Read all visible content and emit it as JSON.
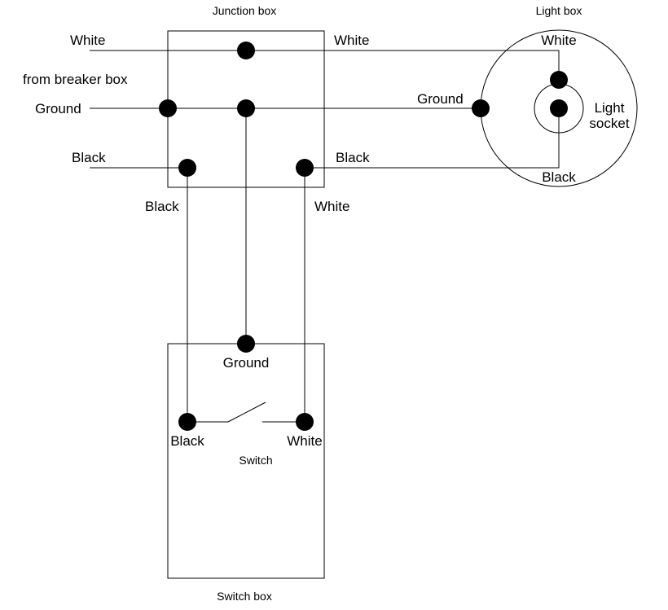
{
  "titles": {
    "junction_box": "Junction box",
    "light_box": "Light box",
    "switch_box": "Switch box",
    "switch": "Switch"
  },
  "labels": {
    "in_white": "White",
    "from_breaker": "from breaker box",
    "in_ground": "Ground",
    "in_black": "Black",
    "out_white": "White",
    "out_ground": "Ground",
    "out_black": "Black",
    "drop_black": "Black",
    "drop_white": "White",
    "light_white": "White",
    "light_black": "Black",
    "light_socket_1": "Light",
    "light_socket_2": "socket",
    "switch_ground": "Ground",
    "switch_black": "Black",
    "switch_white": "White"
  }
}
